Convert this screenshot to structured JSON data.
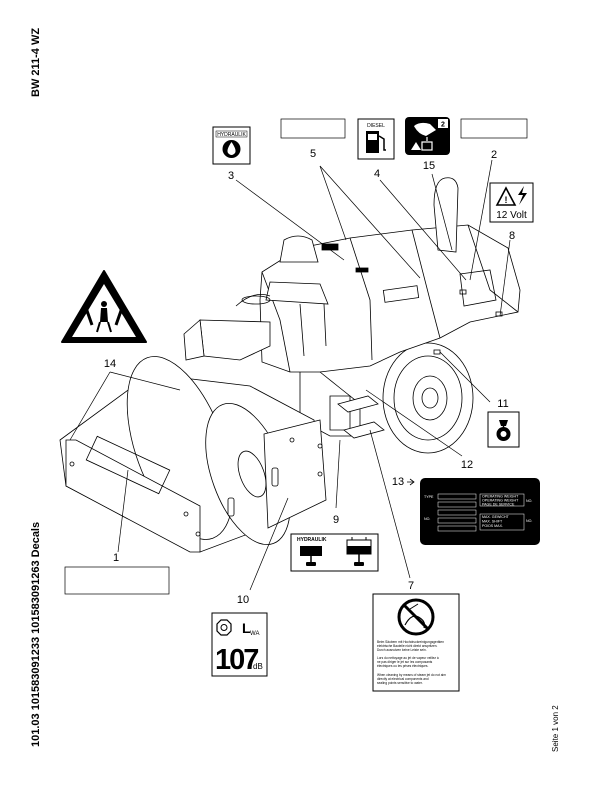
{
  "side_title": "BW 211-4 WZ",
  "side_footer": "101.03 101583091233 101583091263 Decals",
  "page_note": "Seite 1 von 2",
  "callouts": {
    "c1": "1",
    "c2": "2",
    "c3": "3",
    "c4": "4",
    "c5": "5",
    "c7": "7",
    "c8": "8",
    "c9": "9",
    "c10": "10",
    "c11": "11",
    "c12": "12",
    "c13": "13",
    "c14": "14",
    "c15": "15"
  },
  "decals": {
    "hydraulic_oil_label": "HYDRAULIK",
    "diesel_label": "DIESEL",
    "step_number": "2",
    "voltage_label": "12 Volt",
    "level_label": "HYDRAULIK",
    "noise_sub": "WA",
    "noise_value": "107",
    "noise_unit": "dB",
    "plate_left": [
      "TYPE",
      "NO."
    ],
    "plate_right": [
      "OPERATING WEIGHT",
      "OPERATING WEIGHT",
      "PAGE DE SERVICE",
      "MAX. GEWICHT",
      "MAX. SHIFT",
      "POIDS MAX."
    ],
    "plate_no": [
      "NO.",
      "NO."
    ],
    "warning_text": [
      "Beim Säubern mit Hochdruckreinigungsgeräten",
      "elektrische Bauteile nicht direkt anspritzen.",
      "Durch ausnutzen keine Leiste sein.",
      "Lors du nettoyage au jet de vapeur veillez à",
      "ne pas diriger le jet sur les composants",
      "électriques ou les prises électriques.",
      "When cleaning by means of steam jet do not aim",
      "directly at electrical components and",
      "sealing points sensitive to water."
    ]
  }
}
